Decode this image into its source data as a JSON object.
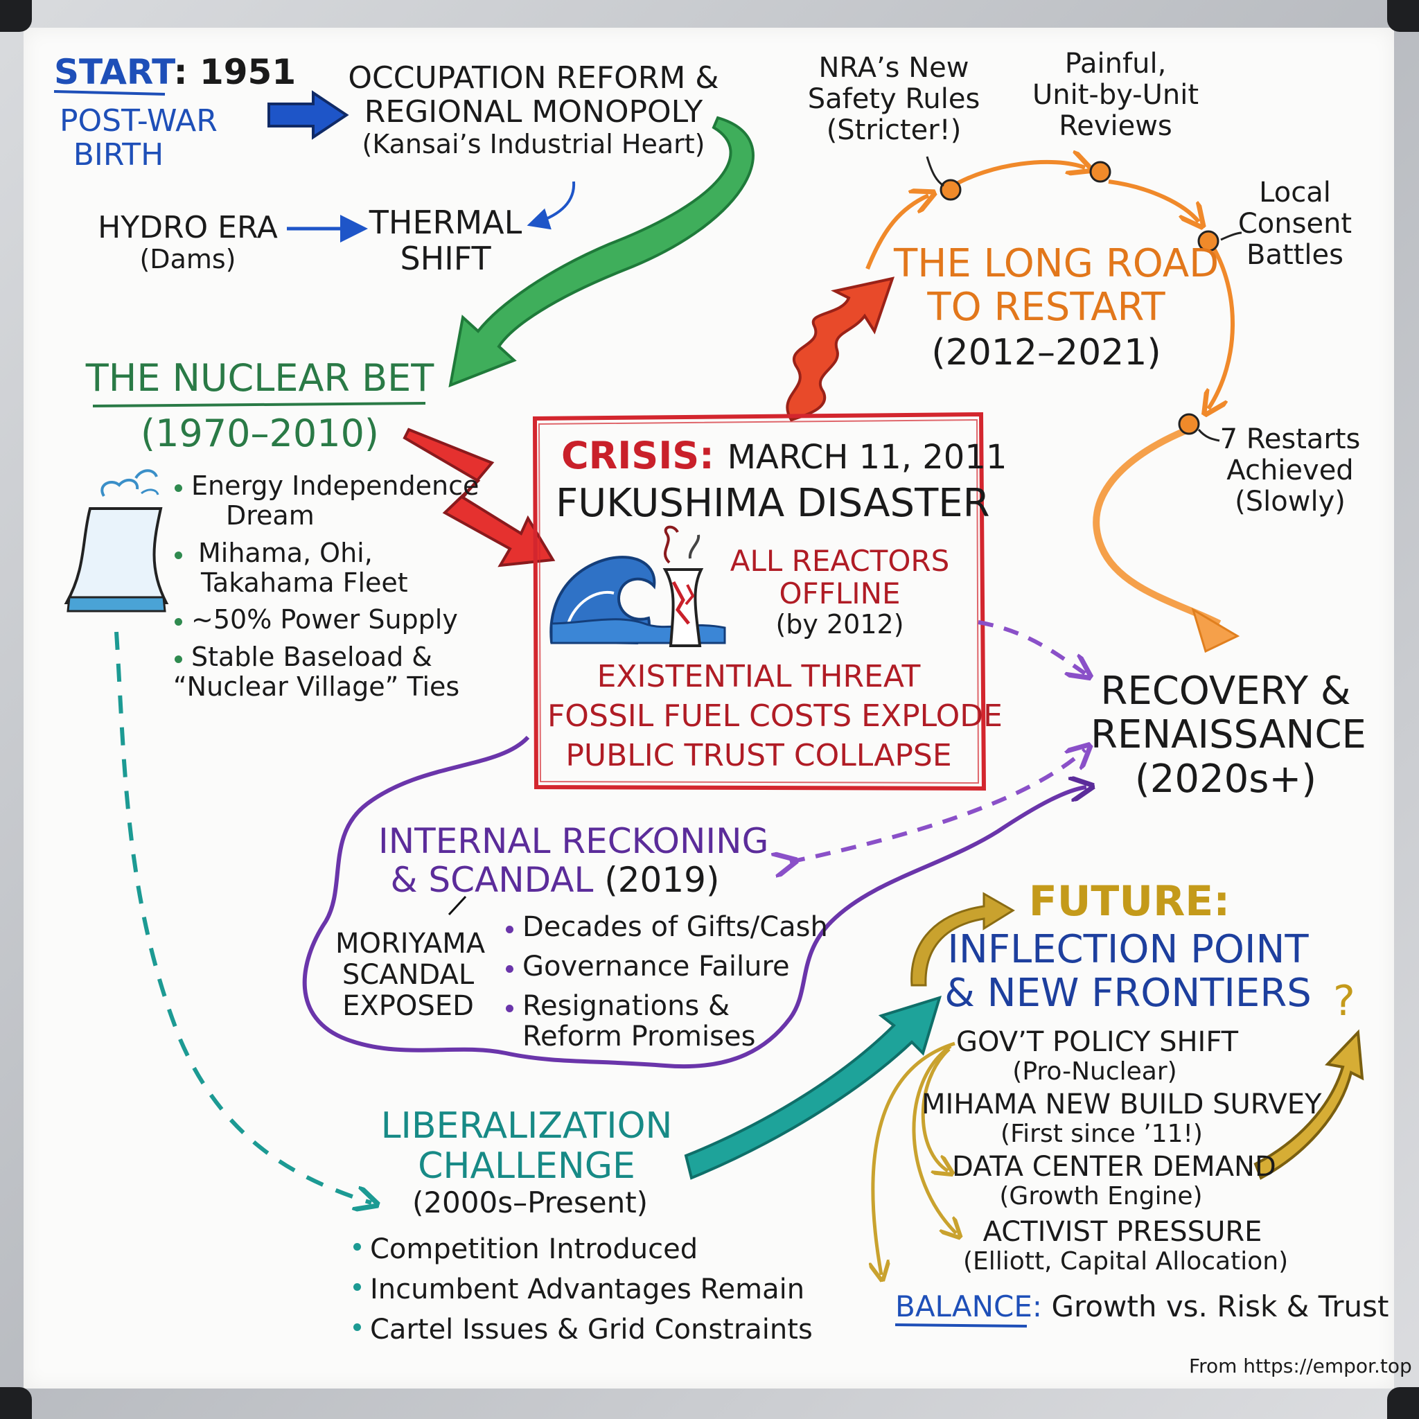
{
  "start": {
    "label": "START",
    "year": ": 1951",
    "subtitle_1": "POST-WAR",
    "subtitle_2": "BIRTH"
  },
  "occupation": {
    "line1": "OCCUPATION REFORM &",
    "line2": "REGIONAL MONOPOLY",
    "sub": "(Kansai’s Industrial Heart)"
  },
  "hydro": {
    "title": "HYDRO ERA",
    "sub": "(Dams)"
  },
  "thermal": {
    "line1": "THERMAL",
    "line2": "SHIFT"
  },
  "nuclear_bet": {
    "title": "THE NUCLEAR BET",
    "years": "(1970–2010)",
    "bullets": [
      {
        "l1": "Energy Independence",
        "l2": "Dream"
      },
      {
        "l1": "Mihama, Ohi,",
        "l2": "Takahama Fleet"
      },
      {
        "l1": "~50% Power Supply",
        "l2": ""
      },
      {
        "l1": "Stable Baseload &",
        "l2": "“Nuclear Village” Ties"
      }
    ]
  },
  "crisis": {
    "label": "CRISIS:",
    "date": "MARCH 11, 2011",
    "title": "FUKUSHIMA DISASTER",
    "reactors_1": "ALL REACTORS",
    "reactors_2": "OFFLINE",
    "reactors_3": "(by 2012)",
    "impact_1": "EXISTENTIAL THREAT",
    "impact_2": "FOSSIL FUEL COSTS EXPLODE",
    "impact_3": "PUBLIC TRUST COLLAPSE"
  },
  "restart": {
    "title_1": "THE LONG ROAD",
    "title_2": "TO RESTART",
    "years": "(2012–2021)",
    "milestones": [
      {
        "l1": "NRA’s New",
        "l2": "Safety Rules",
        "l3": "(Stricter!)"
      },
      {
        "l1": "Painful,",
        "l2": "Unit-by-Unit",
        "l3": "Reviews"
      },
      {
        "l1": "Local",
        "l2": "Consent",
        "l3": "Battles"
      },
      {
        "l1": "7 Restarts",
        "l2": "Achieved",
        "l3": "(Slowly)"
      }
    ]
  },
  "recovery": {
    "line1": "RECOVERY &",
    "line2": "RENAISSANCE",
    "years": "(2020s+)"
  },
  "reckoning": {
    "title_1": "INTERNAL RECKONING",
    "title_2": "& SCANDAL",
    "year": "(2019)",
    "scandal_1": "MORIYAMA",
    "scandal_2": "SCANDAL",
    "scandal_3": "EXPOSED",
    "bullets": [
      {
        "l1": "Decades of Gifts/Cash",
        "l2": ""
      },
      {
        "l1": "Governance Failure",
        "l2": ""
      },
      {
        "l1": "Resignations &",
        "l2": "Reform Promises"
      }
    ]
  },
  "liberalization": {
    "title_1": "LIBERALIZATION",
    "title_2": "CHALLENGE",
    "years": "(2000s–Present)",
    "bullets": [
      "Competition Introduced",
      "Incumbent Advantages Remain",
      "Cartel Issues & Grid Constraints"
    ]
  },
  "future": {
    "label": "FUTURE:",
    "title_1": "INFLECTION POINT",
    "title_2": "& NEW FRONTIERS",
    "question": "?",
    "items": [
      {
        "title": "GOV’T POLICY SHIFT",
        "sub": "(Pro-Nuclear)"
      },
      {
        "title": "MIHAMA NEW BUILD SURVEY",
        "sub": "(First since ’11!)"
      },
      {
        "title": "DATA CENTER DEMAND",
        "sub": "(Growth Engine)"
      },
      {
        "title": "ACTIVIST PRESSURE",
        "sub": "(Elliott, Capital Allocation)"
      }
    ],
    "balance_label": "BALANCE:",
    "balance_text": "Growth vs. Risk & Trust"
  },
  "credit": "From https://empor.top",
  "colors": {
    "blue": "#1e4fb8",
    "green": "#2a7a46",
    "red": "#c9202a",
    "orange": "#e2771b",
    "purple": "#5b2c9a",
    "teal": "#178a86",
    "gold": "#c49a1a"
  }
}
